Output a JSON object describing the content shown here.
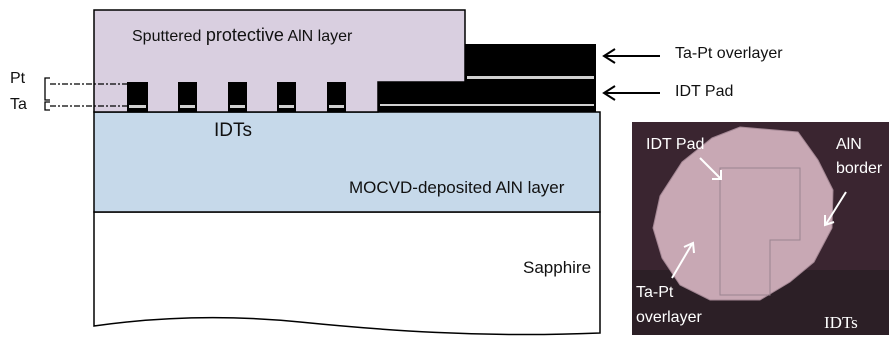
{
  "layers": {
    "protective": "Sputtered protective AlN layer",
    "protective_prefix": "Sputtered ",
    "protective_mid": "protective",
    "protective_suffix": " AlN layer",
    "mocvd": "MOCVD-deposited AlN layer",
    "substrate": "Sapphire"
  },
  "labels": {
    "idts": "IDTs",
    "pt": "Pt",
    "ta": "Ta",
    "ta_pt_overlayer": "Ta-Pt overlayer",
    "idt_pad": "IDT Pad"
  },
  "photo": {
    "idt_pad": "IDT Pad",
    "aln": "AlN",
    "border": "border",
    "ta_pt": "Ta-Pt",
    "overlayer": "overlayer",
    "idts": "IDTs"
  },
  "colors": {
    "protective_fill": "#d9cfe0",
    "mocvd_fill": "#c6d9ea",
    "metal": "#000000",
    "photo_bg": "#3a2530",
    "wafer": "#c8a8b4"
  }
}
